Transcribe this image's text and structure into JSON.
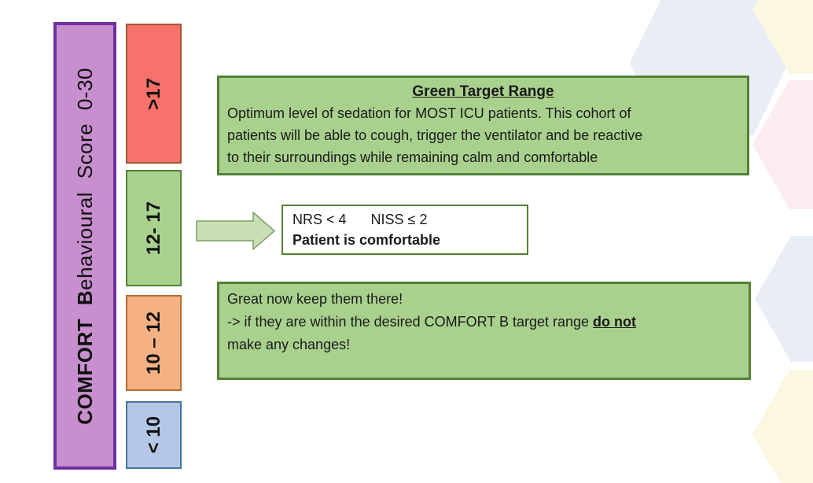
{
  "scale": {
    "title_bold": "COMFORT B",
    "title_rest": "ehavioural Score 0-30",
    "ranges": [
      {
        "label": ">17",
        "fill": "#f8716b",
        "border": "#9d5b35"
      },
      {
        "label": "12- 17",
        "fill": "#a9d18e",
        "border": "#538135"
      },
      {
        "label": "10 – 12",
        "fill": "#f4b183",
        "border": "#bc6a30"
      },
      {
        "label": "< 10",
        "fill": "#b4c7e7",
        "border": "#46759e"
      }
    ]
  },
  "green_target_box": {
    "title": "Green Target Range",
    "body_lines": [
      "Optimum level of sedation for MOST ICU patients. This cohort of",
      "patients will be able to cough, trigger the ventilator and be reactive",
      "to their surroundings while remaining calm and comfortable"
    ]
  },
  "assessment_box": {
    "nrs_label": "NRS < 4",
    "niss_label": "NISS ≤ 2",
    "status": "Patient is comfortable"
  },
  "advice_box": {
    "line1": "Great now keep them there!",
    "line2_prefix": "-> if they are within the desired COMFORT B target range ",
    "line2_emphasis": "do not",
    "line3": "make any changes!"
  },
  "colors": {
    "scale_bar_fill": "#c88fce",
    "scale_bar_border": "#7030a0",
    "info_box_fill": "#a9d18e",
    "info_box_border": "#538135",
    "arrow_fill": "#c9dfb5",
    "arrow_border": "#7d9f63",
    "hex_blue": "#e9eef6",
    "hex_yellow": "#fcf7e1",
    "hex_pink": "#fbecf2"
  }
}
